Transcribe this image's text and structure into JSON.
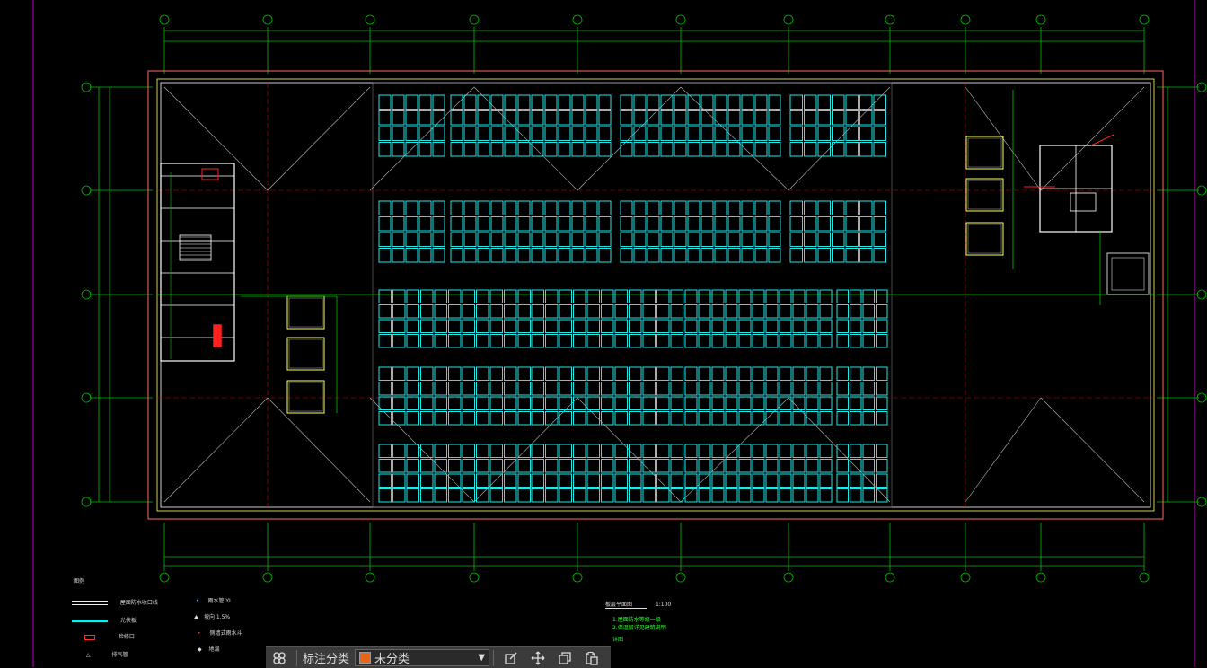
{
  "drawing": {
    "title_cn": "板层平面图",
    "scale": "1:100",
    "colors": {
      "background": "#000000",
      "grid_axis": "#00c000",
      "dim_green": "#33ff33",
      "wall_white": "#ffffff",
      "roof_outline": "#ff6a6a",
      "cyan_panels": "#22e6e6",
      "red_center": "#d00000",
      "legend_yellow": "#ffff66",
      "magenta_edge": "#c000c0"
    },
    "legend": {
      "header": "图例",
      "items": [
        {
          "symbol": "double-yellow-line",
          "text": "屋面防水收口线"
        },
        {
          "symbol": "cyan-thick-line",
          "text": "光伏板"
        },
        {
          "symbol": "red-rect",
          "text": "检修口"
        },
        {
          "symbol": "triangle",
          "text": "排气管"
        }
      ],
      "items_right": [
        {
          "symbol": "dot",
          "text": "雨水管 YL"
        },
        {
          "symbol": "mountain",
          "text": "坡向 1.5%"
        },
        {
          "symbol": "dot",
          "text": "侧墙式雨水斗"
        },
        {
          "symbol": "dot",
          "text": "地漏"
        }
      ]
    },
    "notes": [
      "1.屋面防水等级一级",
      "2.保温层详见建筑说明"
    ],
    "note_tag": "详图"
  },
  "toolbar": {
    "label": "标注分类",
    "select_value": "未分类",
    "swatch_color": "#e8641a",
    "icons": [
      "grid-icon",
      "edit-icon",
      "move-icon",
      "copy-icon",
      "paste-icon"
    ]
  }
}
